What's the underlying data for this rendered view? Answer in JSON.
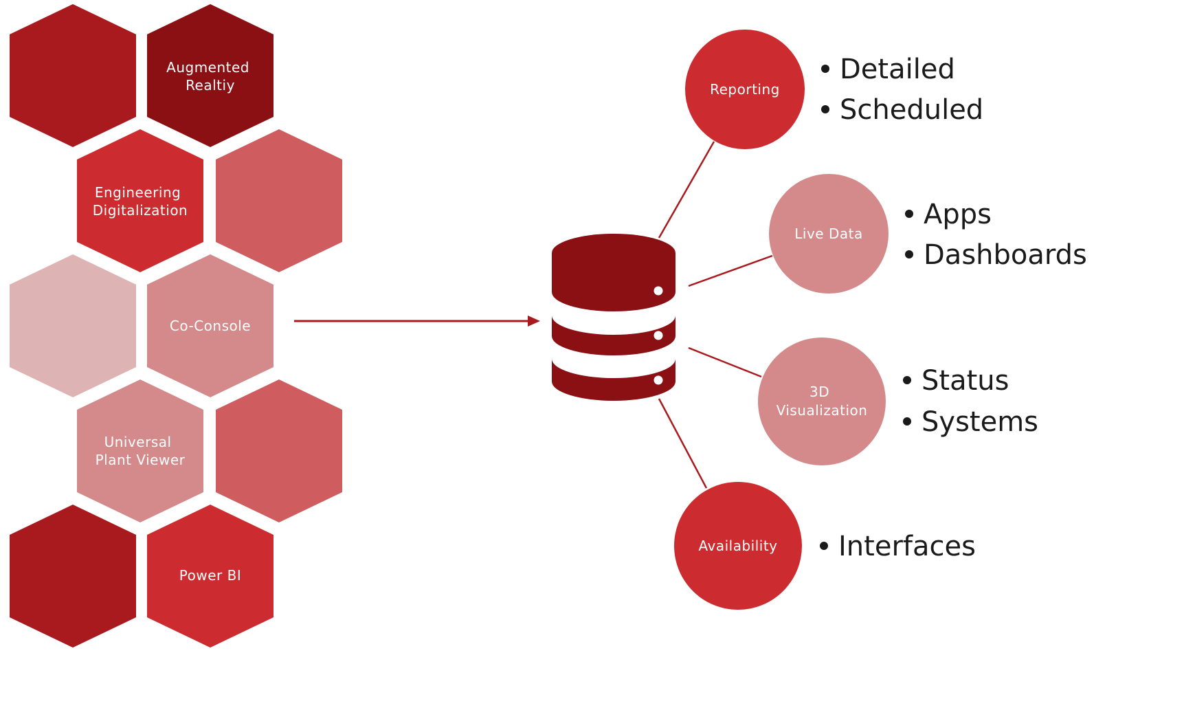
{
  "colors": {
    "dark_red": "#a81a1e",
    "darker_red": "#8a1014",
    "bright_red": "#cc2b2f",
    "medium_red": "#cf5c5e",
    "light_pink": "#d48a8b",
    "pale_pink": "#deb3b3",
    "connector": "#a81a1e",
    "database": "#8a1014",
    "bullet_text": "#1a1a1a"
  },
  "hexagons": [
    {
      "id": "hex-top-left",
      "lines": []
    },
    {
      "id": "hex-augmented-reality",
      "lines": [
        "Augmented",
        "Realtiy"
      ]
    },
    {
      "id": "hex-engineering-digitalization",
      "lines": [
        "Engineering",
        "Digitalization"
      ]
    },
    {
      "id": "hex-row2-right",
      "lines": []
    },
    {
      "id": "hex-row3-left",
      "lines": []
    },
    {
      "id": "hex-co-console",
      "lines": [
        "Co-Console"
      ]
    },
    {
      "id": "hex-universal-plant-viewer",
      "lines": [
        "Universal",
        "Plant Viewer"
      ]
    },
    {
      "id": "hex-row4-right",
      "lines": []
    },
    {
      "id": "hex-bottom-left",
      "lines": []
    },
    {
      "id": "hex-power-bi",
      "lines": [
        "Power BI"
      ]
    }
  ],
  "database": {
    "icon": "database-icon"
  },
  "outputs": [
    {
      "id": "reporting",
      "label_lines": [
        "Reporting"
      ],
      "bullets": [
        "Detailed",
        "Scheduled"
      ]
    },
    {
      "id": "live-data",
      "label_lines": [
        "Live Data"
      ],
      "bullets": [
        "Apps",
        "Dashboards"
      ]
    },
    {
      "id": "3d-visualization",
      "label_lines": [
        "3D",
        "Visualization"
      ],
      "bullets": [
        "Status",
        "Systems"
      ]
    },
    {
      "id": "availability",
      "label_lines": [
        "Availability"
      ],
      "bullets": [
        "Interfaces"
      ]
    }
  ]
}
